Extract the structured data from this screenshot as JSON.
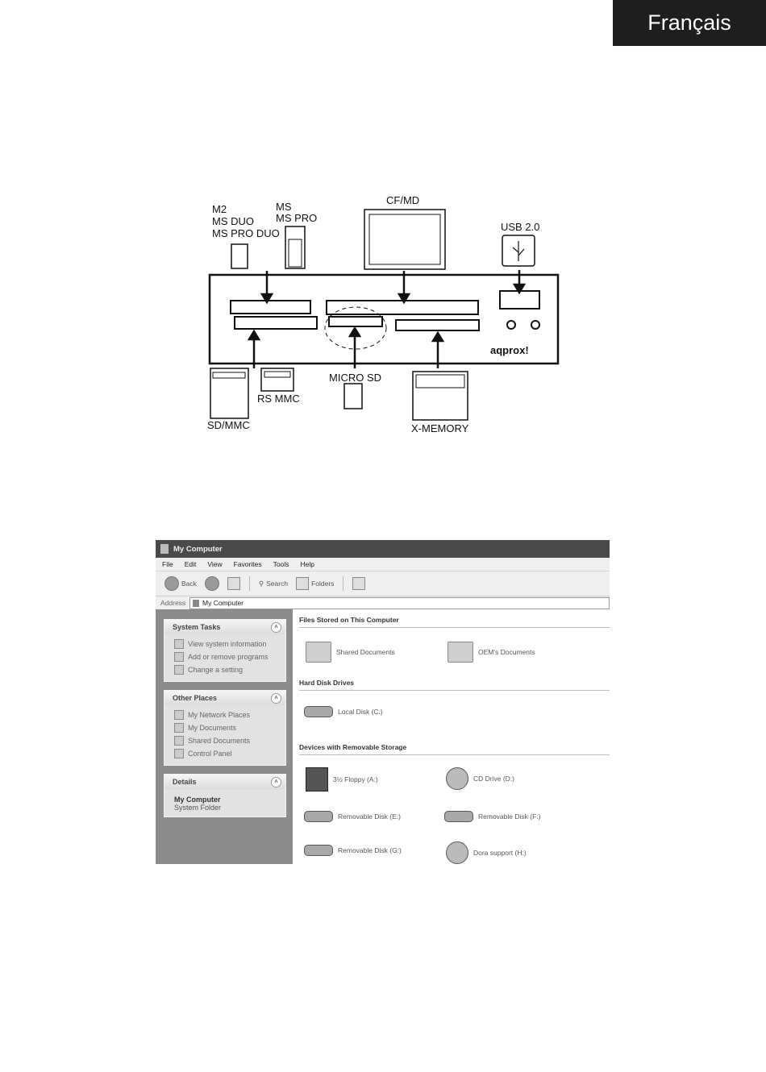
{
  "language_tab": "Français",
  "diagram": {
    "labels": {
      "m2": "M2",
      "ms_duo": "MS DUO",
      "ms_pro_duo": "MS PRO DUO",
      "ms": "MS",
      "ms_pro": "MS PRO",
      "cf_md": "CF/MD",
      "usb": "USB 2.0",
      "sd_mmc": "SD/MMC",
      "rs_mmc": "RS MMC",
      "micro_sd": "MICRO SD",
      "x_memory": "X-MEMORY",
      "brand": "aqprox!"
    }
  },
  "explorer": {
    "title": "My Computer",
    "menu": [
      "File",
      "Edit",
      "View",
      "Favorites",
      "Tools",
      "Help"
    ],
    "toolbar": {
      "back": "Back",
      "search": "Search",
      "folders": "Folders"
    },
    "address": {
      "label": "Address",
      "value": "My Computer"
    },
    "panels": {
      "system_tasks": {
        "title": "System Tasks",
        "items": [
          "View system information",
          "Add or remove programs",
          "Change a setting"
        ]
      },
      "other_places": {
        "title": "Other Places",
        "items": [
          "My Network Places",
          "My Documents",
          "Shared Documents",
          "Control Panel"
        ]
      },
      "details": {
        "title": "Details",
        "name": "My Computer",
        "type": "System Folder"
      }
    },
    "sections": {
      "files": "Files Stored on This Computer",
      "hard_disks": "Hard Disk Drives",
      "removable": "Devices with Removable Storage"
    },
    "items": {
      "shared_docs": "Shared Documents",
      "user_docs": "OEM's Documents",
      "local_disk": "Local Disk (C:)",
      "floppy": "3½ Floppy (A:)",
      "cd": "CD Drive (D:)",
      "rem_e": "Removable Disk (E:)",
      "rem_f": "Removable Disk (F:)",
      "rem_g": "Removable Disk (G:)",
      "rem_h": "Dora support (H:)"
    }
  }
}
